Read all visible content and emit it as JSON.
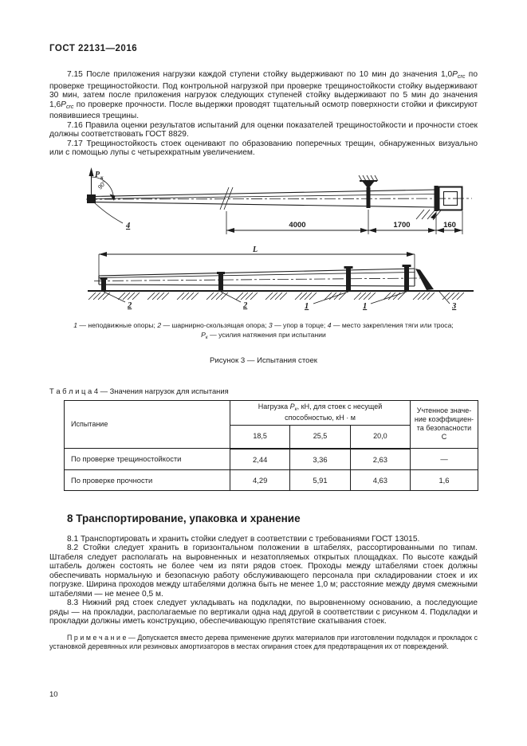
{
  "doc_header": "ГОСТ  22131—2016",
  "paragraphs_7": {
    "p715": [
      {
        "t": "7.15  После приложения нагрузки каждой ступени стойку выдерживают по 10 мин до значения 1,0",
        "s": "n"
      },
      {
        "t": "P",
        "s": "v"
      },
      {
        "t": "crc",
        "s": "sub"
      },
      {
        "t": " по проверке трещиностойкости. Под контрольной нагрузкой при проверке трещиностойкости стойку выдерживают 30 мин, затем после приложения нагрузок следующих ступеней стойку выдерживают по 5 мин до значения 1,6",
        "s": "n"
      },
      {
        "t": "P",
        "s": "v"
      },
      {
        "t": "crc",
        "s": "sub"
      },
      {
        "t": " по проверке прочности. После выдержки проводят тщательный осмотр поверхности стойки и фиксируют появившиеся трещины.",
        "s": "n"
      }
    ],
    "p716": "7.16  Правила оценки результатов испытаний для оценки показателей трещиностойкости и прочности стоек должны соответствовать ГОСТ 8829.",
    "p717": "7.17  Трещиностойкость стоек оценивают по образованию поперечных трещин, обнаруженных визуально или с помощью лупы с четырехкратным увеличением."
  },
  "figure": {
    "force_label": "P",
    "force_sub": "к",
    "angle_label": "90°",
    "attach_label": "4",
    "dims": {
      "d1": "4000",
      "d2": "1700",
      "d3": "160",
      "length": "L"
    },
    "support_labels": {
      "s2a": "2",
      "s2b": "2",
      "s1a": "1",
      "s1b": "1",
      "s3": "3"
    },
    "legend_line1": [
      {
        "t": "1",
        "s": "v"
      },
      {
        "t": " — неподвижные опоры; ",
        "s": "n"
      },
      {
        "t": "2",
        "s": "v"
      },
      {
        "t": " — шарнирно-скользящая опора; ",
        "s": "n"
      },
      {
        "t": "3",
        "s": "v"
      },
      {
        "t": " — упор в торце; ",
        "s": "n"
      },
      {
        "t": "4",
        "s": "v"
      },
      {
        "t": " — место закрепления тяги или троса;",
        "s": "n"
      }
    ],
    "legend_line2": [
      {
        "t": "P",
        "s": "v"
      },
      {
        "t": "к",
        "s": "sub"
      },
      {
        "t": " — усилия натяжения при испытании",
        "s": "n"
      }
    ],
    "caption": "Рисунок 3 — Испытания стоек"
  },
  "table": {
    "label": "Т а б л и ц а  4 — Значения нагрузок для испытания",
    "col_test": "Испытание",
    "group_header": [
      {
        "t": "Нагрузка ",
        "s": "n"
      },
      {
        "t": "P",
        "s": "v"
      },
      {
        "t": "к",
        "s": "sub"
      },
      {
        "t": ", кН, для стоек с несущей способностью, кН · м",
        "s": "n"
      }
    ],
    "col_coef": "Учтенное значе-\nние коэффициен-\nта безопасности С",
    "load_cols": [
      "18,5",
      "25,5",
      "20,0"
    ],
    "rows": [
      {
        "label": "По проверке трещиностойкости",
        "values": [
          "2,44",
          "3,36",
          "2,63"
        ],
        "coef": "—"
      },
      {
        "label": "По проверке прочности",
        "values": [
          "4,29",
          "5,91",
          "4,63"
        ],
        "coef": "1,6"
      }
    ]
  },
  "section8": {
    "title": "8  Транспортирование, упаковка и хранение",
    "p81": "8.1  Транспортировать и хранить стойки следует в соответствии с требованиями ГОСТ 13015.",
    "p82": "8.2  Стойки следует хранить в горизонтальном положении в штабелях, рассортированными по типам. Штабеля следует располагать на выровненных и незатопляемых открытых площадках. По высоте каждый штабель должен состоять не более чем из пяти рядов стоек. Проходы между штабелями стоек должны обеспечивать нормальную и безопасную работу обслуживающего персонала при складировании стоек и их погрузке. Ширина проходов между штабелями должна быть не менее 1,0 м; расстояние между двумя смежными штабелями — не менее 0,5 м.",
    "p83": "8.3  Нижний ряд стоек следует укладывать на подкладки, по выровненному основанию, а последующие ряды — на прокладки, располагаемые по вертикали одна над другой в соответствии с рисунком 4. Подкладки и прокладки должны иметь конструкцию, обеспечивающую препятствие скатывания стоек.",
    "note": "П р и м е ч а н и е — Допускается вместо дерева применение других материалов при изготовлении подкладок и прокладок с установкой деревянных или резиновых амортизаторов в местах опирания стоек для предотвращения их от повреждений."
  },
  "page_number": "10",
  "colors": {
    "ink": "#1c1c1c",
    "paper": "#ffffff"
  }
}
